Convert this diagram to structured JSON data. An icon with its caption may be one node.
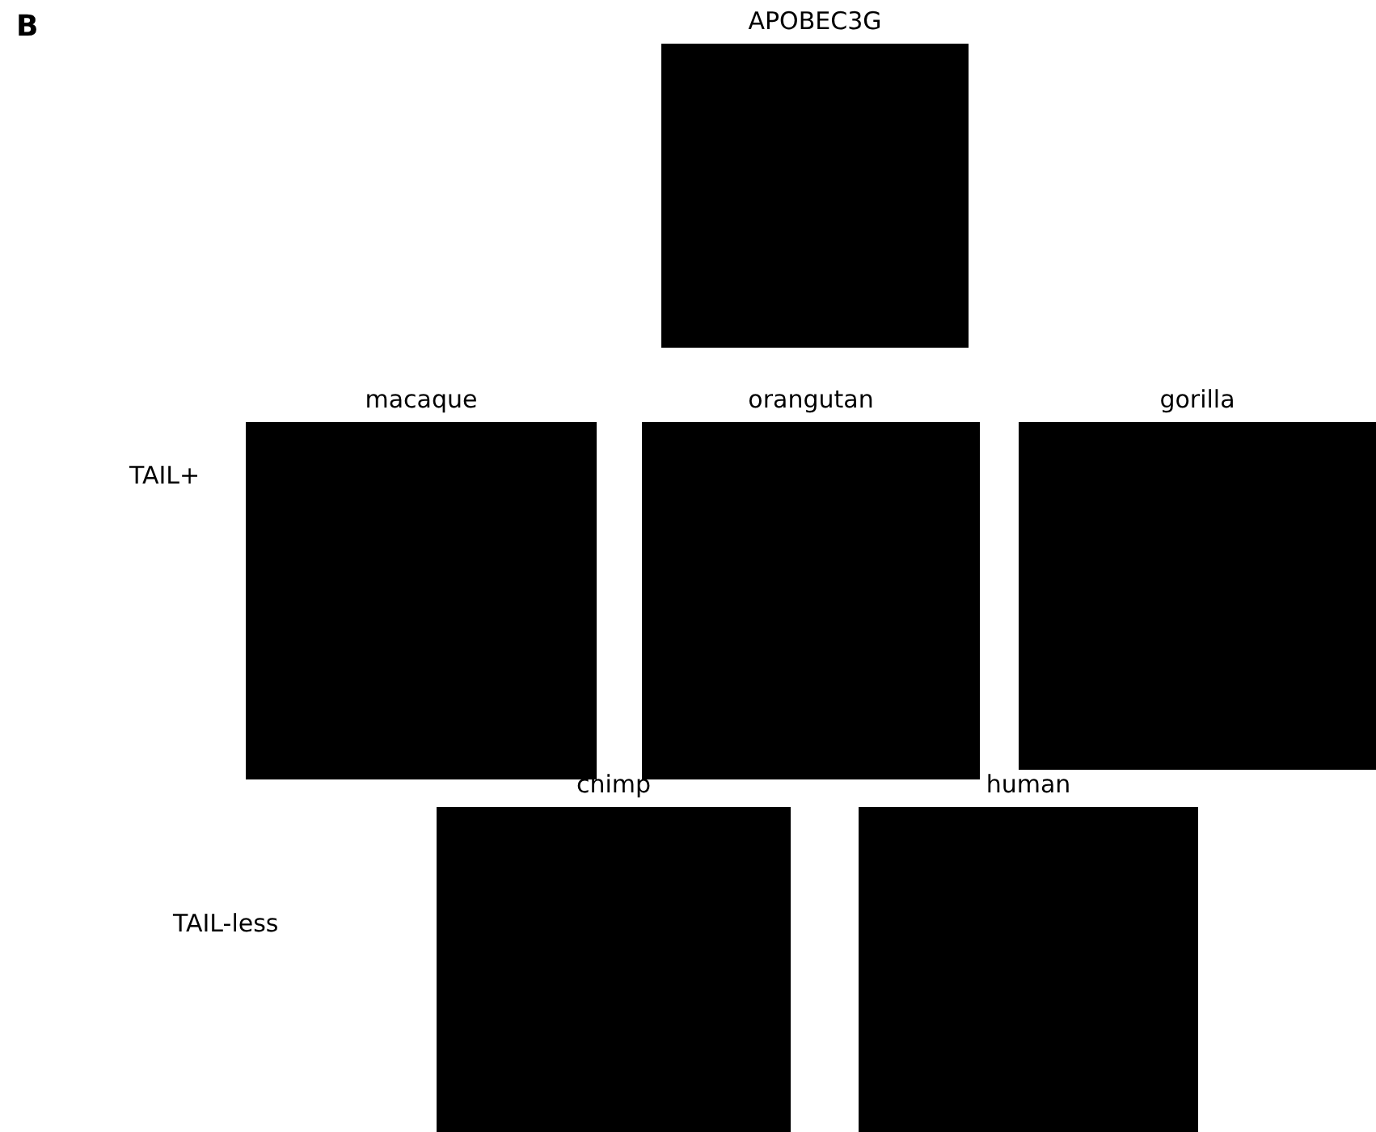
{
  "diagram": {
    "nodes": [
      {
        "text": [
          "APOBEC3G"
        ]
      },
      {
        "text": [
          "macaque"
        ]
      },
      {
        "text": [
          "orangutan"
        ]
      },
      {
        "text": [
          "gorilla"
        ]
      },
      {
        "text": [
          "chimp"
        ]
      },
      {
        "text": [
          "human"
        ]
      }
    ],
    "labels": [
      "B",
      "TAIL+",
      "TAIL-less"
    ]
  }
}
